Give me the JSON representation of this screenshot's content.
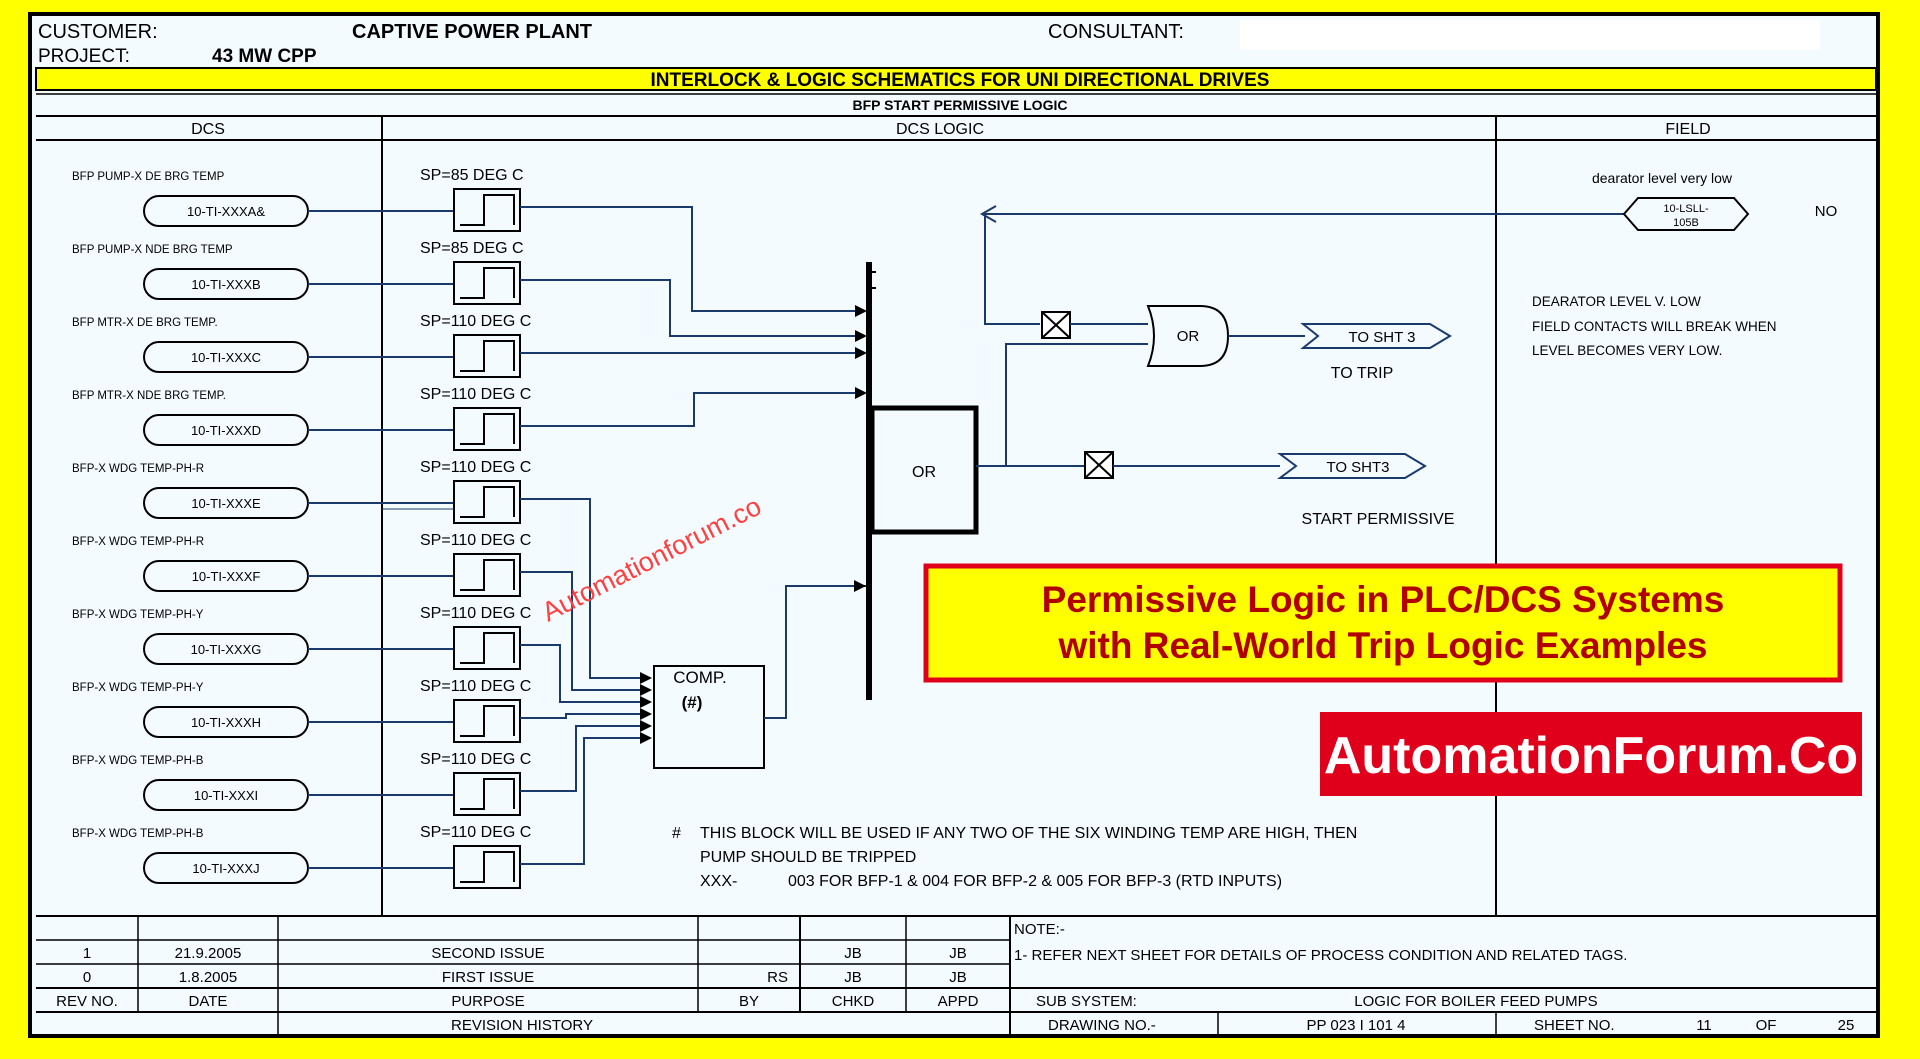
{
  "header": {
    "customer_label": "CUSTOMER:",
    "customer_value": "CAPTIVE POWER PLANT",
    "project_label": "PROJECT:",
    "project_value": "43 MW CPP",
    "consultant_label": "CONSULTANT:",
    "main_title": "INTERLOCK & LOGIC SCHEMATICS FOR UNI DIRECTIONAL DRIVES",
    "sub_title": "BFP START PERMISSIVE LOGIC"
  },
  "columns": {
    "dcs": "DCS",
    "logic": "DCS LOGIC",
    "field": "FIELD"
  },
  "inputs": [
    {
      "desc": "BFP PUMP-X DE BRG TEMP",
      "tag": "10-TI-XXXA&",
      "sp": "SP=85 DEG C"
    },
    {
      "desc": "BFP PUMP-X NDE BRG TEMP",
      "tag": "10-TI-XXXB",
      "sp": "SP=85 DEG C"
    },
    {
      "desc": "BFP MTR-X DE BRG TEMP.",
      "tag": "10-TI-XXXC",
      "sp": "SP=110 DEG C"
    },
    {
      "desc": "BFP MTR-X NDE BRG TEMP.",
      "tag": "10-TI-XXXD",
      "sp": "SP=110 DEG C"
    },
    {
      "desc": "BFP-X WDG TEMP-PH-R",
      "tag": "10-TI-XXXE",
      "sp": "SP=110 DEG C"
    },
    {
      "desc": "BFP-X WDG TEMP-PH-R",
      "tag": "10-TI-XXXF",
      "sp": "SP=110 DEG C"
    },
    {
      "desc": "BFP-X WDG TEMP-PH-Y",
      "tag": "10-TI-XXXG",
      "sp": "SP=110 DEG C"
    },
    {
      "desc": "BFP-X WDG TEMP-PH-Y",
      "tag": "10-TI-XXXH",
      "sp": "SP=110 DEG C"
    },
    {
      "desc": "BFP-X WDG TEMP-PH-B",
      "tag": "10-TI-XXXI",
      "sp": "SP=110 DEG C"
    },
    {
      "desc": "BFP-X WDG TEMP-PH-B",
      "tag": "10-TI-XXXJ",
      "sp": "SP=110 DEG C"
    }
  ],
  "logic": {
    "comp_label": "COMP.",
    "comp_mark": "(#)",
    "or_main": "OR",
    "or_trip": "OR",
    "to_sht_trip": "TO SHT 3",
    "to_trip": "TO TRIP",
    "to_sht_start": "TO SHT3",
    "start_permissive": "START PERMISSIVE"
  },
  "field": {
    "deaerator_desc": "dearator level very low",
    "tag_line1": "10-LSLL-",
    "tag_line2": "105B",
    "contact": "NO",
    "note_lines": [
      "DEARATOR LEVEL V. LOW",
      "FIELD CONTACTS WILL BREAK WHEN",
      "LEVEL BECOMES VERY LOW."
    ]
  },
  "footnote": {
    "mark": "#",
    "line1": "THIS BLOCK WILL BE USED IF ANY TWO OF THE SIX WINDING TEMP ARE HIGH, THEN",
    "line2": "PUMP SHOULD BE TRIPPED",
    "xxx_label": "XXX-",
    "xxx_text": "003 FOR BFP-1 & 004 FOR BFP-2  & 005 FOR BFP-3 (RTD INPUTS)"
  },
  "watermark": "Automationforum.co",
  "banner": {
    "line1": "Permissive Logic in PLC/DCS Systems",
    "line2": "with Real-World Trip Logic Examples",
    "brand": "AutomationForum.Co"
  },
  "revisions": [
    {
      "rev": "1",
      "date": "21.9.2005",
      "purpose": "SECOND ISSUE",
      "by": "",
      "chkd": "JB",
      "appd": "JB"
    },
    {
      "rev": "0",
      "date": "1.8.2005",
      "purpose": "FIRST ISSUE",
      "by": "RS",
      "chkd": "JB",
      "appd": "JB"
    }
  ],
  "revision_headers": {
    "rev": "REV NO.",
    "date": "DATE",
    "purpose": "PURPOSE",
    "by": "BY",
    "chkd": "CHKD",
    "appd": "APPD",
    "history": "REVISION HISTORY"
  },
  "title_block": {
    "note_label": "NOTE:-",
    "note_1": "1-   REFER NEXT SHEET FOR DETAILS OF PROCESS CONDITION AND RELATED TAGS.",
    "sub_system_label": "SUB SYSTEM:",
    "sub_system_value": "LOGIC FOR BOILER FEED PUMPS",
    "drawing_no_label": "DRAWING NO.-",
    "drawing_no_value": "PP 023 I 101 4",
    "sheet_label": "SHEET NO.",
    "sheet_value": "11",
    "of_label": "OF",
    "of_value": "25"
  },
  "colors": {
    "border": "#ffff00",
    "frame": "#000000",
    "wire": "#1a3a6e",
    "banner_red": "#e0001b",
    "banner_text": "#b00000",
    "watermark": "#ff4040"
  }
}
